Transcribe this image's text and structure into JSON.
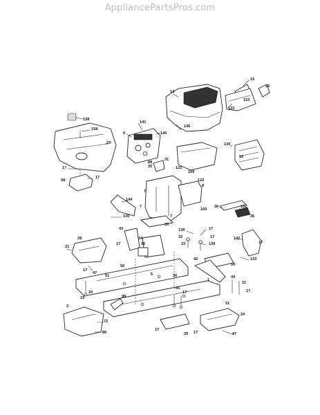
{
  "site": {
    "watermark": "AppliancePartsPros.com"
  },
  "callouts": [
    {
      "id": "c15",
      "text": "15"
    },
    {
      "id": "c25",
      "text": "25"
    },
    {
      "id": "c153",
      "text": "153"
    },
    {
      "id": "c133",
      "text": "133"
    },
    {
      "id": "c14",
      "text": "14"
    },
    {
      "id": "c145",
      "text": "145"
    },
    {
      "id": "c138",
      "text": "138"
    },
    {
      "id": "c158",
      "text": "158"
    },
    {
      "id": "c37",
      "text": "37"
    },
    {
      "id": "c17a",
      "text": "17"
    },
    {
      "id": "c58",
      "text": "58"
    },
    {
      "id": "c17b",
      "text": "17"
    },
    {
      "id": "c141",
      "text": "141"
    },
    {
      "id": "c6",
      "text": "6"
    },
    {
      "id": "c140",
      "text": "140"
    },
    {
      "id": "c130a",
      "text": "130"
    },
    {
      "id": "c16",
      "text": "16"
    },
    {
      "id": "c88",
      "text": "88"
    },
    {
      "id": "c35",
      "text": "35"
    },
    {
      "id": "c31",
      "text": "31"
    },
    {
      "id": "c122a",
      "text": "122"
    },
    {
      "id": "c159",
      "text": "159"
    },
    {
      "id": "c122b",
      "text": "122"
    },
    {
      "id": "c7a",
      "text": "7"
    },
    {
      "id": "c8",
      "text": "8"
    },
    {
      "id": "c144",
      "text": "144"
    },
    {
      "id": "c7b",
      "text": "7"
    },
    {
      "id": "c160",
      "text": "160"
    },
    {
      "id": "c130b",
      "text": "130"
    },
    {
      "id": "c7c",
      "text": "7"
    },
    {
      "id": "c30",
      "text": "30"
    },
    {
      "id": "c36a",
      "text": "36"
    },
    {
      "id": "c152",
      "text": "152"
    },
    {
      "id": "c36b",
      "text": "36"
    },
    {
      "id": "c43",
      "text": "43"
    },
    {
      "id": "c139a",
      "text": "139"
    },
    {
      "id": "c17c",
      "text": "17"
    },
    {
      "id": "c142",
      "text": "142"
    },
    {
      "id": "c32",
      "text": "32"
    },
    {
      "id": "c17d",
      "text": "17"
    },
    {
      "id": "c34",
      "text": "34"
    },
    {
      "id": "c33",
      "text": "33"
    },
    {
      "id": "c139b",
      "text": "139"
    },
    {
      "id": "c17e",
      "text": "17"
    },
    {
      "id": "c28",
      "text": "28"
    },
    {
      "id": "c21a",
      "text": "21"
    },
    {
      "id": "c17f",
      "text": "17"
    },
    {
      "id": "c16b",
      "text": "16"
    },
    {
      "id": "c133b",
      "text": "133"
    },
    {
      "id": "c42",
      "text": "42"
    },
    {
      "id": "c50",
      "text": "50"
    },
    {
      "id": "c47a",
      "text": "47"
    },
    {
      "id": "c17g",
      "text": "17"
    },
    {
      "id": "c56",
      "text": "56"
    },
    {
      "id": "c51",
      "text": "51"
    },
    {
      "id": "c5",
      "text": "5"
    },
    {
      "id": "c36c",
      "text": "36"
    },
    {
      "id": "c1",
      "text": "1"
    },
    {
      "id": "c44",
      "text": "44"
    },
    {
      "id": "c21b",
      "text": "21"
    },
    {
      "id": "c17h",
      "text": "17"
    },
    {
      "id": "c20",
      "text": "20"
    },
    {
      "id": "c19",
      "text": "19"
    },
    {
      "id": "c45",
      "text": "45"
    },
    {
      "id": "c17i",
      "text": "17"
    },
    {
      "id": "c99",
      "text": "99"
    },
    {
      "id": "c21c",
      "text": "21"
    },
    {
      "id": "c2",
      "text": "2"
    },
    {
      "id": "c72",
      "text": "72"
    },
    {
      "id": "c86",
      "text": "86"
    },
    {
      "id": "c24",
      "text": "24"
    },
    {
      "id": "c17j",
      "text": "17"
    },
    {
      "id": "c39",
      "text": "39"
    },
    {
      "id": "c17k",
      "text": "17"
    },
    {
      "id": "c47b",
      "text": "47"
    }
  ]
}
